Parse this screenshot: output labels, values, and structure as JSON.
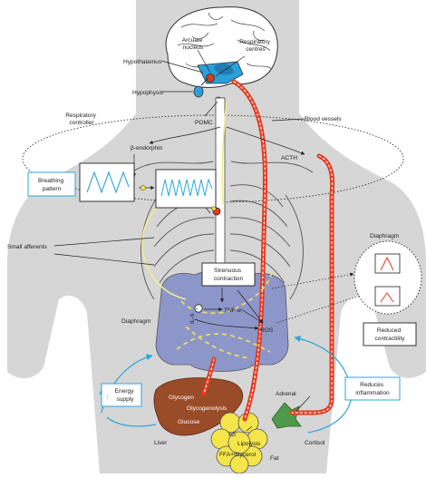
{
  "labels": {
    "arcuate_nucleus": [
      "Arcuate",
      "nucleus"
    ],
    "respiratory_centres": [
      "Respiratory",
      "centres"
    ],
    "hypothalamus": "Hypothalamus",
    "hypophysis": "Hypophysis",
    "respiratory_controller": [
      "Respiratory",
      "controller"
    ],
    "pomc": "POMC",
    "blood_vessels": "Blood vessels",
    "beta_endorphin": "β-endorphin",
    "acth": "ACTH",
    "breathing_pattern": [
      "Breathing",
      "pattern"
    ],
    "small_afferents": "Small afferents",
    "strenuous_contraction": [
      "Strenuous",
      "contraction"
    ],
    "tnf": "TNF-α",
    "il6": "IL-6",
    "ros": "ROS",
    "diaphragm_left": "Diaphragm",
    "diaphragm_right": "Diaphragm",
    "reduced_contractility": [
      "Reduced",
      "contractility"
    ],
    "energy_supply": [
      "Energy",
      "supply"
    ],
    "reduces_inflammation": [
      "Reduces",
      "inflammation"
    ],
    "glycogen": "Glycogen",
    "glycogenolysis": "Glycogenolysis",
    "glucose": "Glucose",
    "liver": "Liver",
    "adrenal": "Adrenal",
    "cortisol": "Cortisol",
    "tg": "TG",
    "lipolysis": "Lipolysis",
    "ffa_glycerol": "FFA+Glycerol",
    "fat": "Fat",
    "minus": "−",
    "up_arrow": "↑"
  },
  "colors": {
    "silhouette": "#d6d6d6",
    "diaphragm": "#8d96c9",
    "liver": "#9a4b27",
    "fat": "#f4e54a",
    "adrenal": "#4f9a4a",
    "brain_highlight": "#2a9fd8",
    "blood": "#e53a1f",
    "afferent": "#f2ec8f",
    "feedback": "#2aa7da"
  }
}
